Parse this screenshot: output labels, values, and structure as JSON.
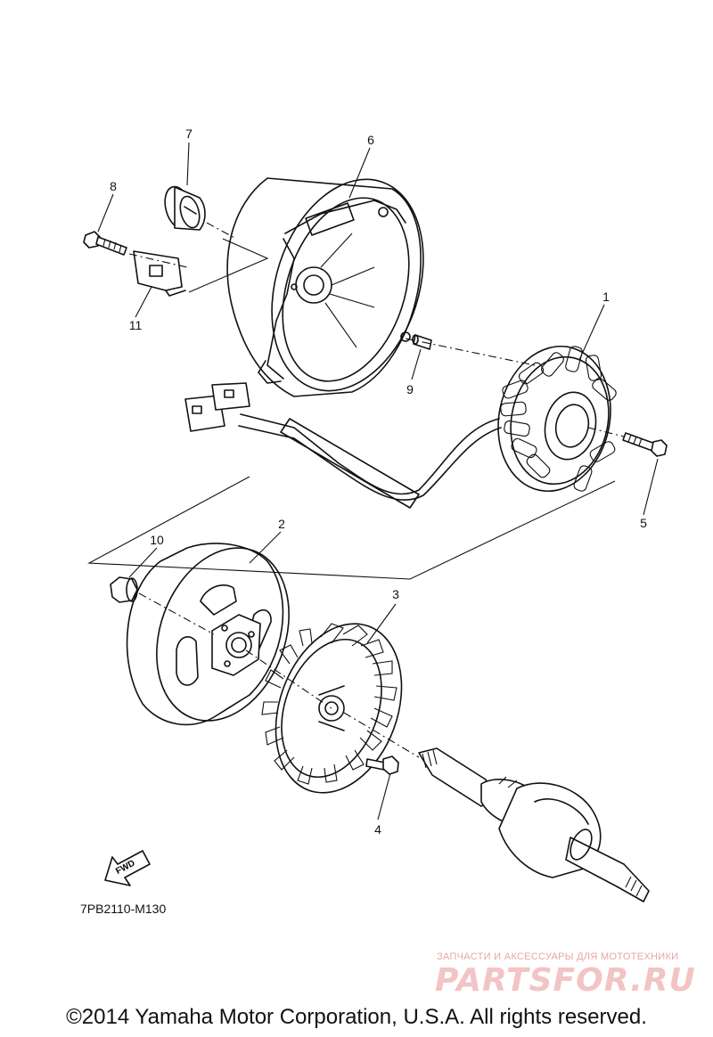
{
  "diagram": {
    "callouts": {
      "c1": "1",
      "c2": "2",
      "c3": "3",
      "c4": "4",
      "c5": "5",
      "c6": "6",
      "c7": "7",
      "c8": "8",
      "c9": "9",
      "c10": "10",
      "c11": "11"
    },
    "fwd_label": "FWD",
    "diagram_code": "7PB2110-M130"
  },
  "watermark": {
    "tagline": "ЗАПЧАСТИ И АКСЕССУАРЫ ДЛЯ МОТОТЕХНИКИ",
    "brand": "PARTSFOR.RU"
  },
  "footer": {
    "copyright": "©2014 Yamaha Motor Corporation, U.S.A. All rights reserved."
  }
}
